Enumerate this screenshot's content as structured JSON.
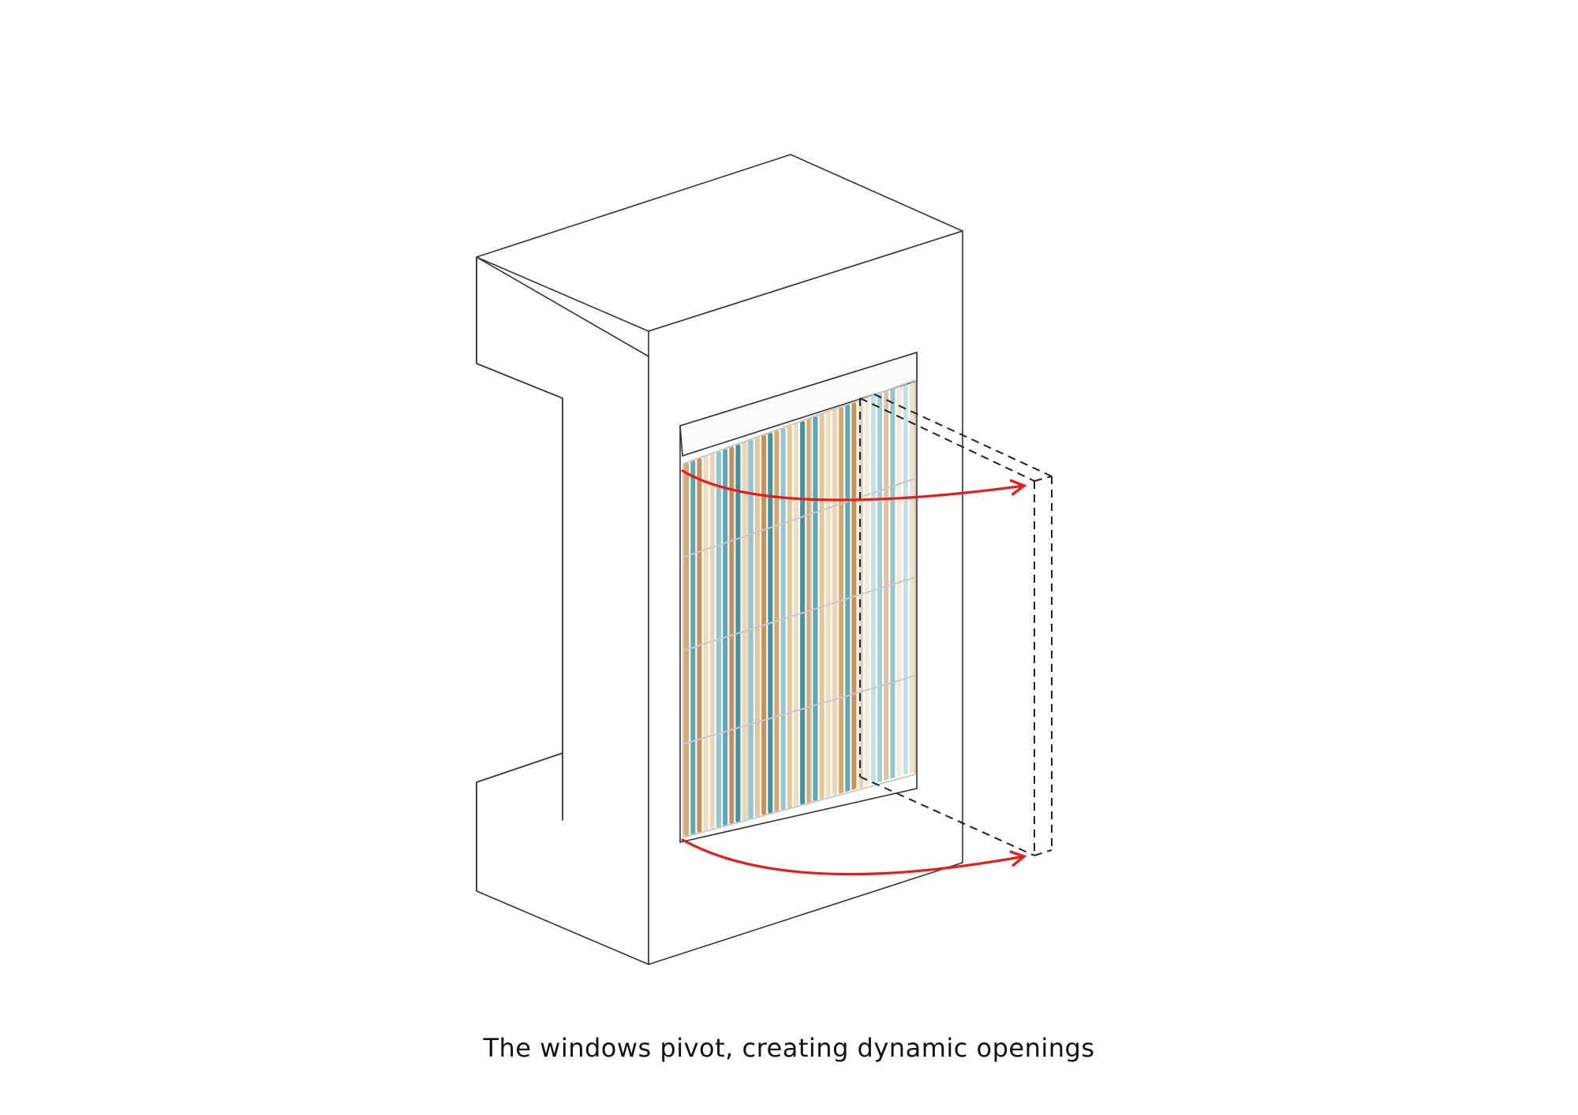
{
  "caption": "The windows pivot, creating dynamic openings",
  "colors": {
    "outline": "#333333",
    "arrow": "#e41d1d",
    "slat_palette": [
      "#d9a86c",
      "#e6c597",
      "#3f93a3",
      "#8ec6d3",
      "#c8915a",
      "#ecd6b3",
      "#5aa7b6",
      "#f0dcc0"
    ]
  },
  "icons": {
    "upper_arrow": "pivot-arrow",
    "lower_arrow": "pivot-arrow"
  }
}
